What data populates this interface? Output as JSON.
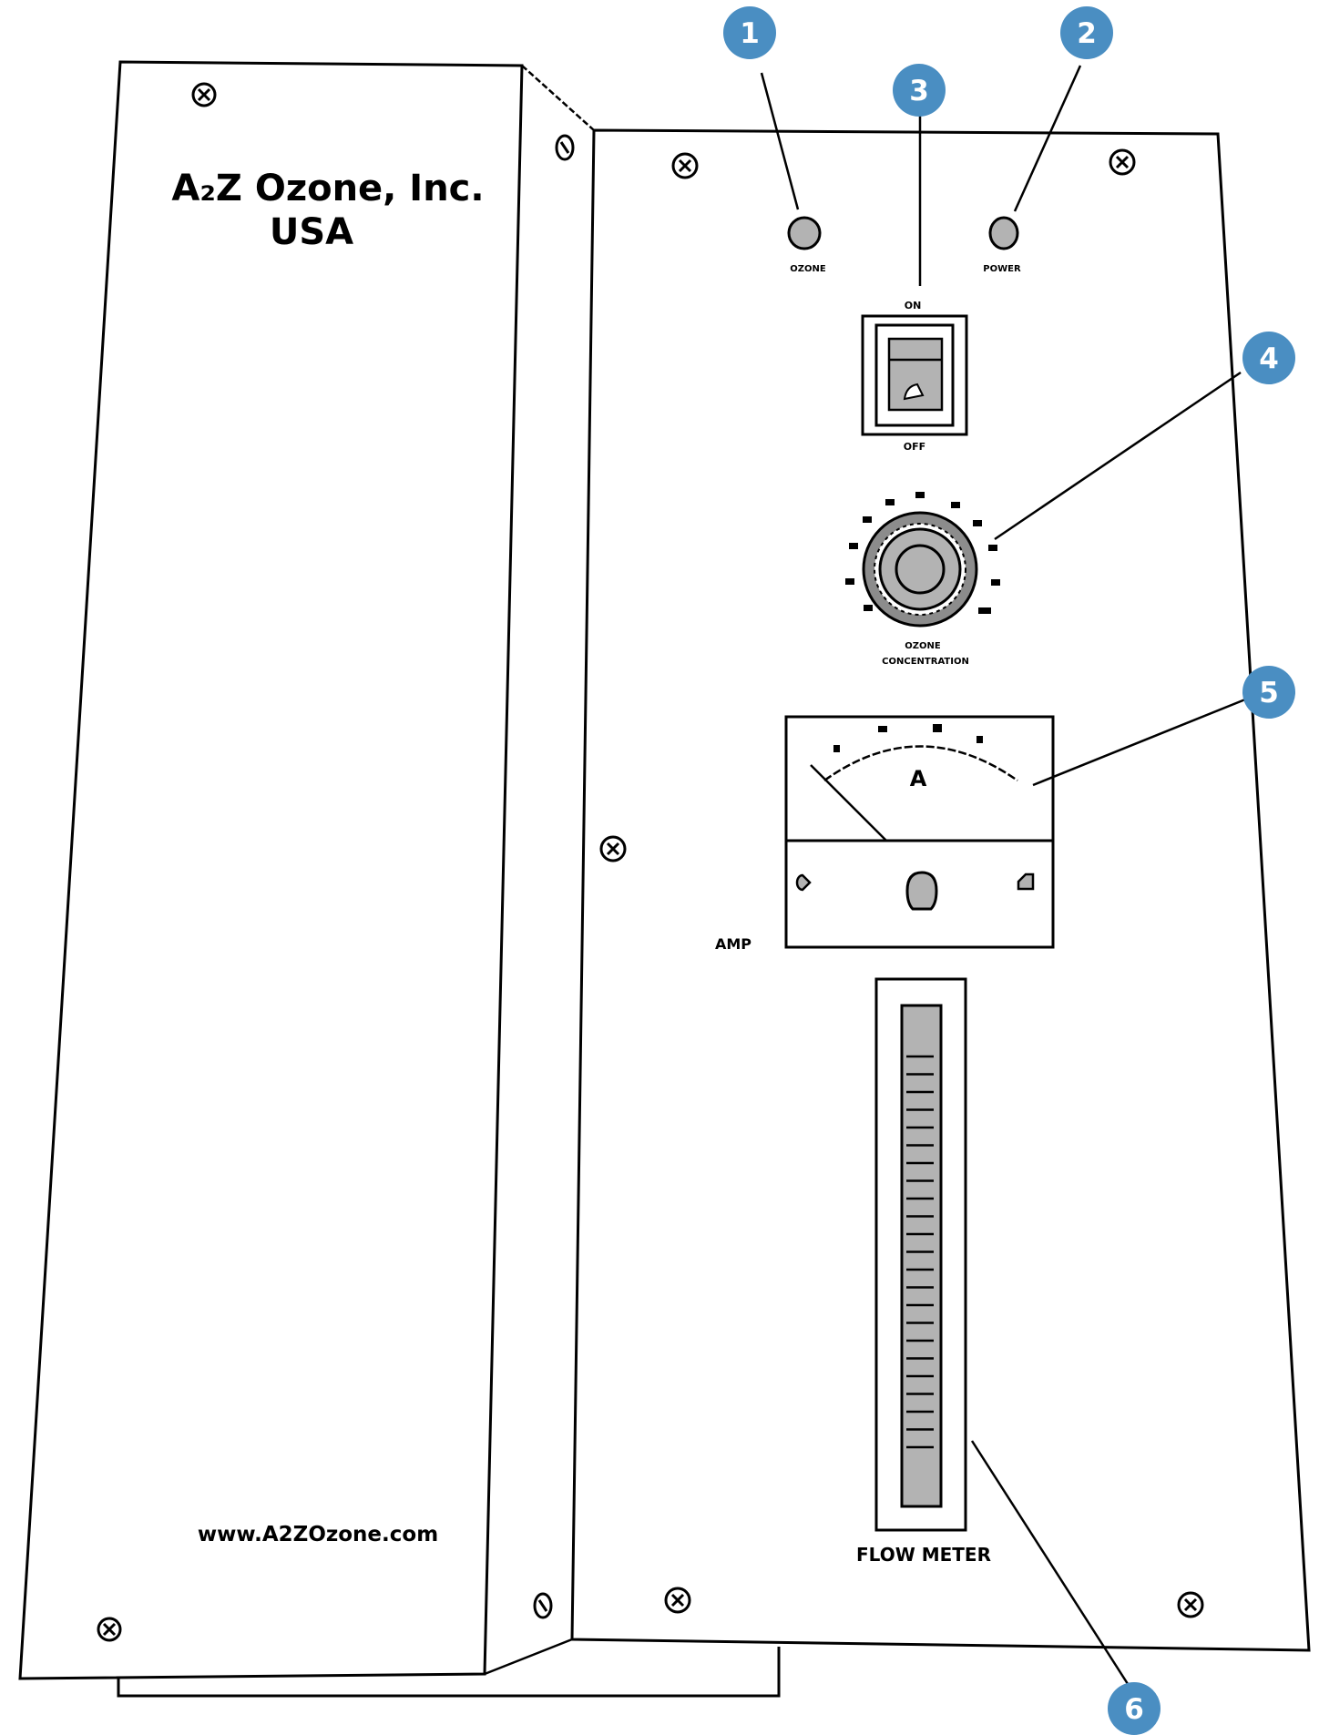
{
  "brand": {
    "company": "A₂Z Ozone, Inc.",
    "country": "USA",
    "website": "www.A2ZOzone.com"
  },
  "panel_labels": {
    "ozone_indicator": "OZONE",
    "power_indicator": "POWER",
    "switch_on": "ON",
    "switch_off": "OFF",
    "knob_label_line1": "OZONE",
    "knob_label_line2": "CONCENTRATION",
    "meter_unit_symbol": "A",
    "meter_label": "AMP",
    "flowmeter_label": "FLOW METER"
  },
  "callouts": [
    "1",
    "2",
    "3",
    "4",
    "5",
    "6"
  ],
  "colors": {
    "callout_fill": "#4a8ec2",
    "line": "#000000",
    "control_gray": "#b3b3b3",
    "knob_dark": "#8c8c8c"
  }
}
